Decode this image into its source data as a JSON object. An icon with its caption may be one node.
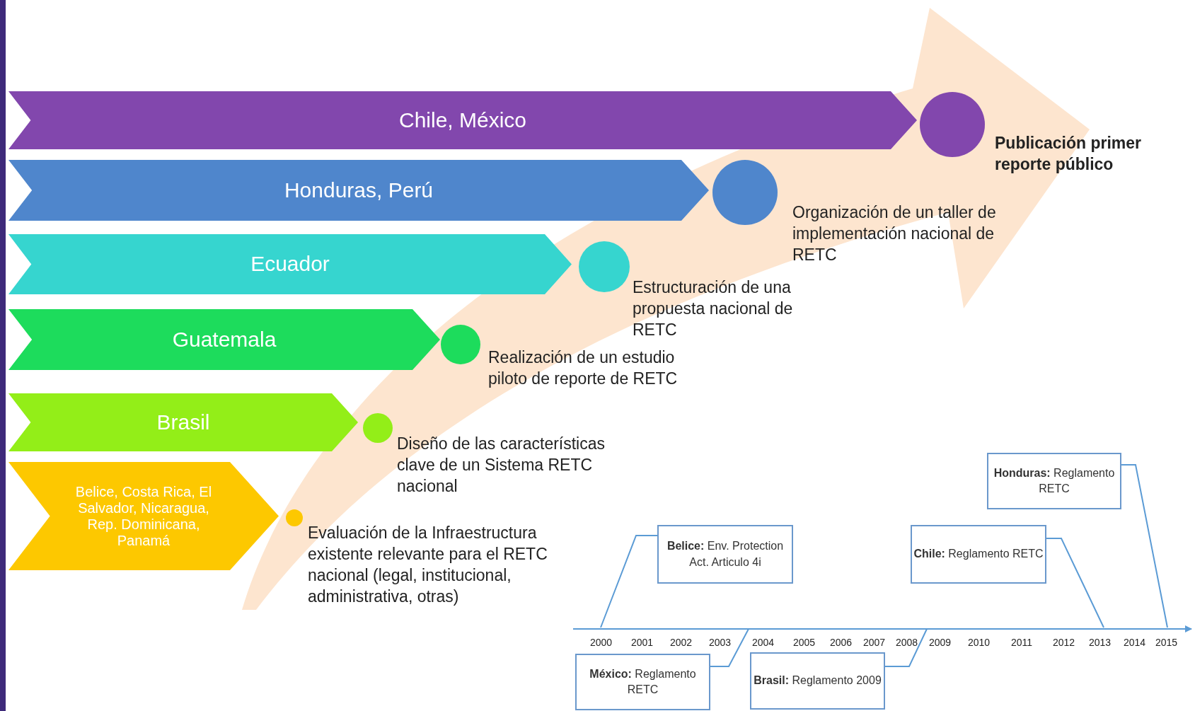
{
  "diagram": {
    "nodes": [
      {
        "text": [
          "Chile, México"
        ]
      },
      {
        "text": [
          "Honduras, Perú"
        ]
      },
      {
        "text": [
          "Ecuador"
        ]
      },
      {
        "text": [
          "Guatemala"
        ]
      },
      {
        "text": [
          "Brasil"
        ]
      },
      {
        "text": [
          "Belice, Costa Rica, El Salvador, Nicaragua, Rep. Dominicana, Panamá"
        ]
      },
      {
        "text": [],
        "shape": "circle",
        "beside": [
          "Publicación primer reporte público"
        ]
      },
      {
        "text": [],
        "shape": "circle",
        "beside": [
          "Organización de un taller de implementación nacional de RETC"
        ]
      },
      {
        "text": [],
        "shape": "circle",
        "beside": [
          "Estructuración de una propuesta nacional de RETC"
        ]
      },
      {
        "text": [],
        "shape": "circle",
        "beside": [
          "Realización de un estudio piloto de reporte de RETC"
        ]
      },
      {
        "text": [],
        "shape": "circle",
        "beside": [
          "Diseño de las características clave de un Sistema RETC nacional"
        ]
      },
      {
        "text": [],
        "shape": "circle",
        "beside": [
          "Evaluación de la Infraestructura existente relevante para el RETC nacional (legal, institucional, administrativa, otras)"
        ]
      },
      {
        "text": [
          "**Honduras:** Reglamento RETC"
        ]
      },
      {
        "text": [
          "**Belice:** Env. Protection Act. Articulo 4i"
        ]
      },
      {
        "text": [
          "**Chile:** Reglamento RETC"
        ]
      },
      {
        "text": [
          "**México:** Reglamento RETC"
        ]
      },
      {
        "text": [
          "**Brasil:** Reglamento 2009"
        ]
      }
    ],
    "edges": [
      {
        "from": 12,
        "to": null,
        "arrow": "none"
      },
      {
        "from": 13,
        "to": null,
        "arrow": "none"
      },
      {
        "from": 14,
        "to": null,
        "arrow": "none"
      },
      {
        "from": 15,
        "to": null,
        "arrow": "none"
      },
      {
        "from": 16,
        "to": null,
        "arrow": "none"
      }
    ],
    "labels": [
      "2000",
      "2001",
      "2002",
      "2003",
      "2004",
      "2005",
      "2006",
      "2007",
      "2008",
      "2009",
      "2010",
      "2011",
      "2012",
      "2013",
      "2014",
      "2015"
    ]
  }
}
